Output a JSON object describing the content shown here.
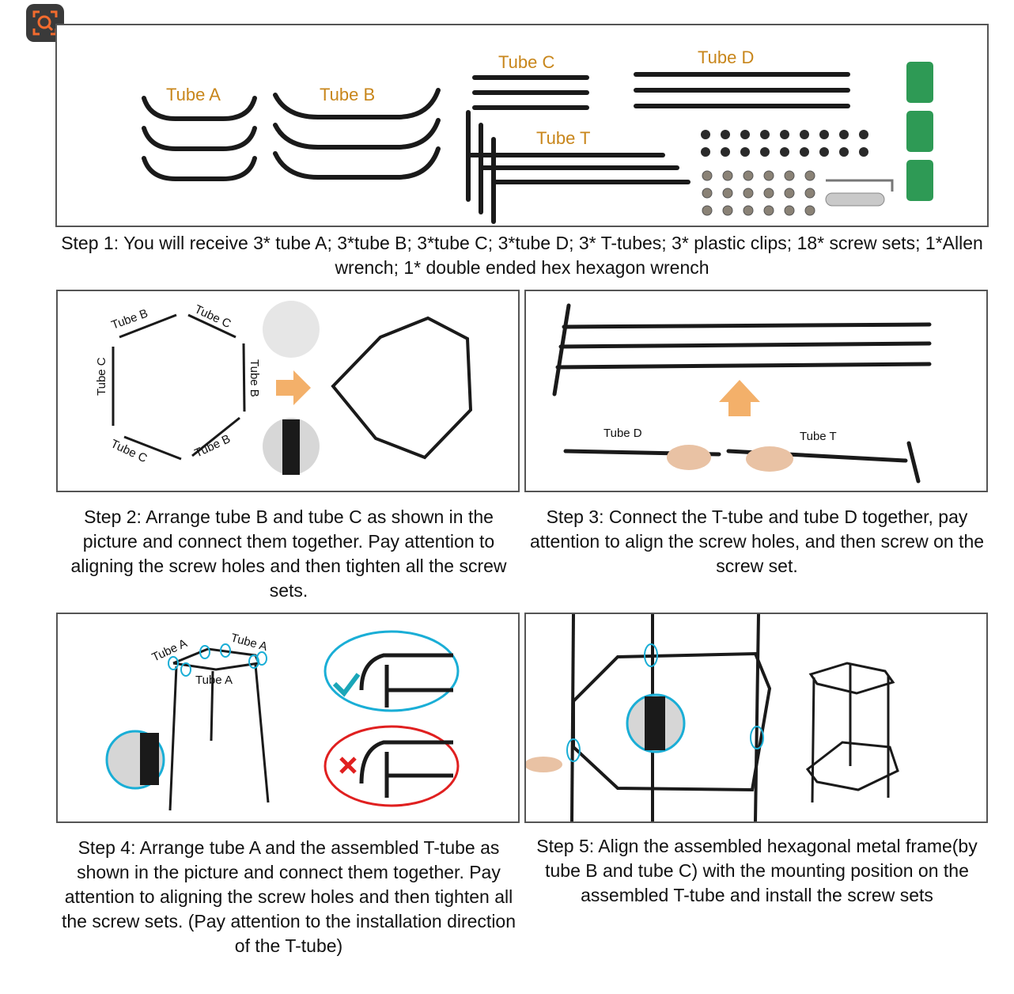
{
  "lens_icon": "magnifier-scan-icon",
  "step1": {
    "labels": {
      "tube_a": "Tube A",
      "tube_b": "Tube B",
      "tube_c": "Tube C",
      "tube_d": "Tube D",
      "tube_t": "Tube T"
    },
    "caption": "Step 1: You will receive 3* tube A; 3*tube B; 3*tube C; 3*tube D; 3* T-tubes; 3* plastic clips; 18* screw sets; 1*Allen wrench; 1* double ended hex hexagon wrench"
  },
  "step2": {
    "labels": {
      "tube_b_1": "Tube B",
      "tube_c_1": "Tube C",
      "tube_c_2": "Tube C",
      "tube_b_2": "Tube B",
      "tube_c_3": "Tube C",
      "tube_b_3": "Tube B"
    },
    "caption": "Step 2: Arrange tube B and tube C as shown in the picture and connect them together. Pay attention to aligning the screw holes and then tighten all the screw sets."
  },
  "step3": {
    "labels": {
      "tube_d": "Tube D",
      "tube_t": "Tube T"
    },
    "caption": "Step 3: Connect the T-tube and tube D together, pay attention to align the screw holes, and then screw on the screw set."
  },
  "step4": {
    "labels": {
      "tube_a_1": "Tube A",
      "tube_a_2": "Tube A",
      "tube_a_3": "Tube A"
    },
    "caption": "Step 4: Arrange tube A and the assembled T-tube as shown in the picture and connect them together. Pay attention to aligning the screw holes and then tighten all the screw sets. (Pay attention to the installation direction of the T-tube)"
  },
  "step5": {
    "caption": "Step 5: Align the assembled hexagonal metal frame(by tube B and tube C) with the mounting position on the assembled T-tube and install the screw sets"
  }
}
